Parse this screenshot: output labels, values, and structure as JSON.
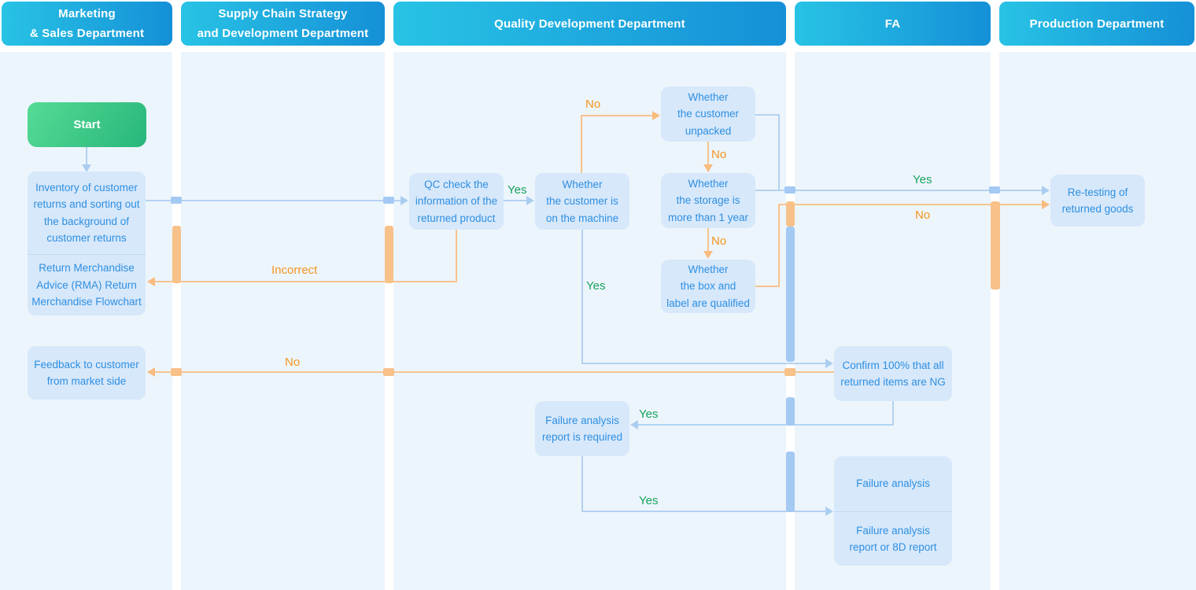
{
  "lanes": [
    {
      "label": "Marketing\n& Sales Department"
    },
    {
      "label": "Supply Chain Strategy\nand Development Department"
    },
    {
      "label": "Quality Development Department"
    },
    {
      "label": "FA"
    },
    {
      "label": "Production Department"
    }
  ],
  "nodes": {
    "start": "Start",
    "inventory": "Inventory of customer\nreturns and sorting out\nthe background of\ncustomer returns",
    "rma": "Return Merchandise\nAdvice (RMA) Return\nMerchandise Flowchart",
    "feedback": "Feedback to customer\nfrom market side",
    "qc_check": "QC check the\ninformation of the\nreturned product",
    "on_machine": "Whether\nthe customer is\non the machine",
    "unpacked": "Whether\nthe customer\nunpacked",
    "storage": "Whether\nthe storage is\nmore than 1 year",
    "box_label": "Whether\nthe box and\nlabel are qualified",
    "confirm_ng": "Confirm 100% that all\nreturned items are NG",
    "fa_report_required": "Failure analysis\nreport is required",
    "failure_analysis": "Failure analysis",
    "failure_report": "Failure analysis\nreport or 8D report",
    "retesting": "Re-testing of\nreturned goods"
  },
  "edges": [
    {
      "from": "start",
      "to": "inventory",
      "label": ""
    },
    {
      "from": "inventory",
      "to": "qc_check",
      "label": ""
    },
    {
      "from": "qc_check",
      "to": "on_machine",
      "label": "Yes"
    },
    {
      "from": "qc_check",
      "to": "rma",
      "label": "Incorrect"
    },
    {
      "from": "on_machine",
      "to": "unpacked",
      "label": "No"
    },
    {
      "from": "unpacked",
      "to": "storage",
      "label": "No"
    },
    {
      "from": "storage",
      "to": "box_label",
      "label": "No"
    },
    {
      "from": "storage",
      "to": "retesting",
      "label": "Yes"
    },
    {
      "from": "unpacked",
      "to": "retesting",
      "label": ""
    },
    {
      "from": "box_label",
      "to": "retesting",
      "label": "No"
    },
    {
      "from": "on_machine",
      "to": "confirm_ng",
      "label": "Yes"
    },
    {
      "from": "confirm_ng",
      "to": "feedback",
      "label": "No"
    },
    {
      "from": "confirm_ng",
      "to": "fa_report_required",
      "label": "Yes"
    },
    {
      "from": "fa_report_required",
      "to": "failure_analysis",
      "label": "Yes"
    }
  ],
  "colors": {
    "lane_background": "#EDF5FC",
    "header_gradient_start": "#28C3E5",
    "header_gradient_end": "#1590D7",
    "node_fill": "#D7E8FB",
    "node_text": "#2E8FE0",
    "start_gradient_start": "#55DB95",
    "start_gradient_end": "#28B67B",
    "line_blue": "#ABCDF0",
    "line_orange": "#F8BC80",
    "bridge_blue": "#A4C9F3",
    "bridge_orange": "#F8C189",
    "label_green": "#16A35C",
    "label_orange": "#F5941E"
  }
}
